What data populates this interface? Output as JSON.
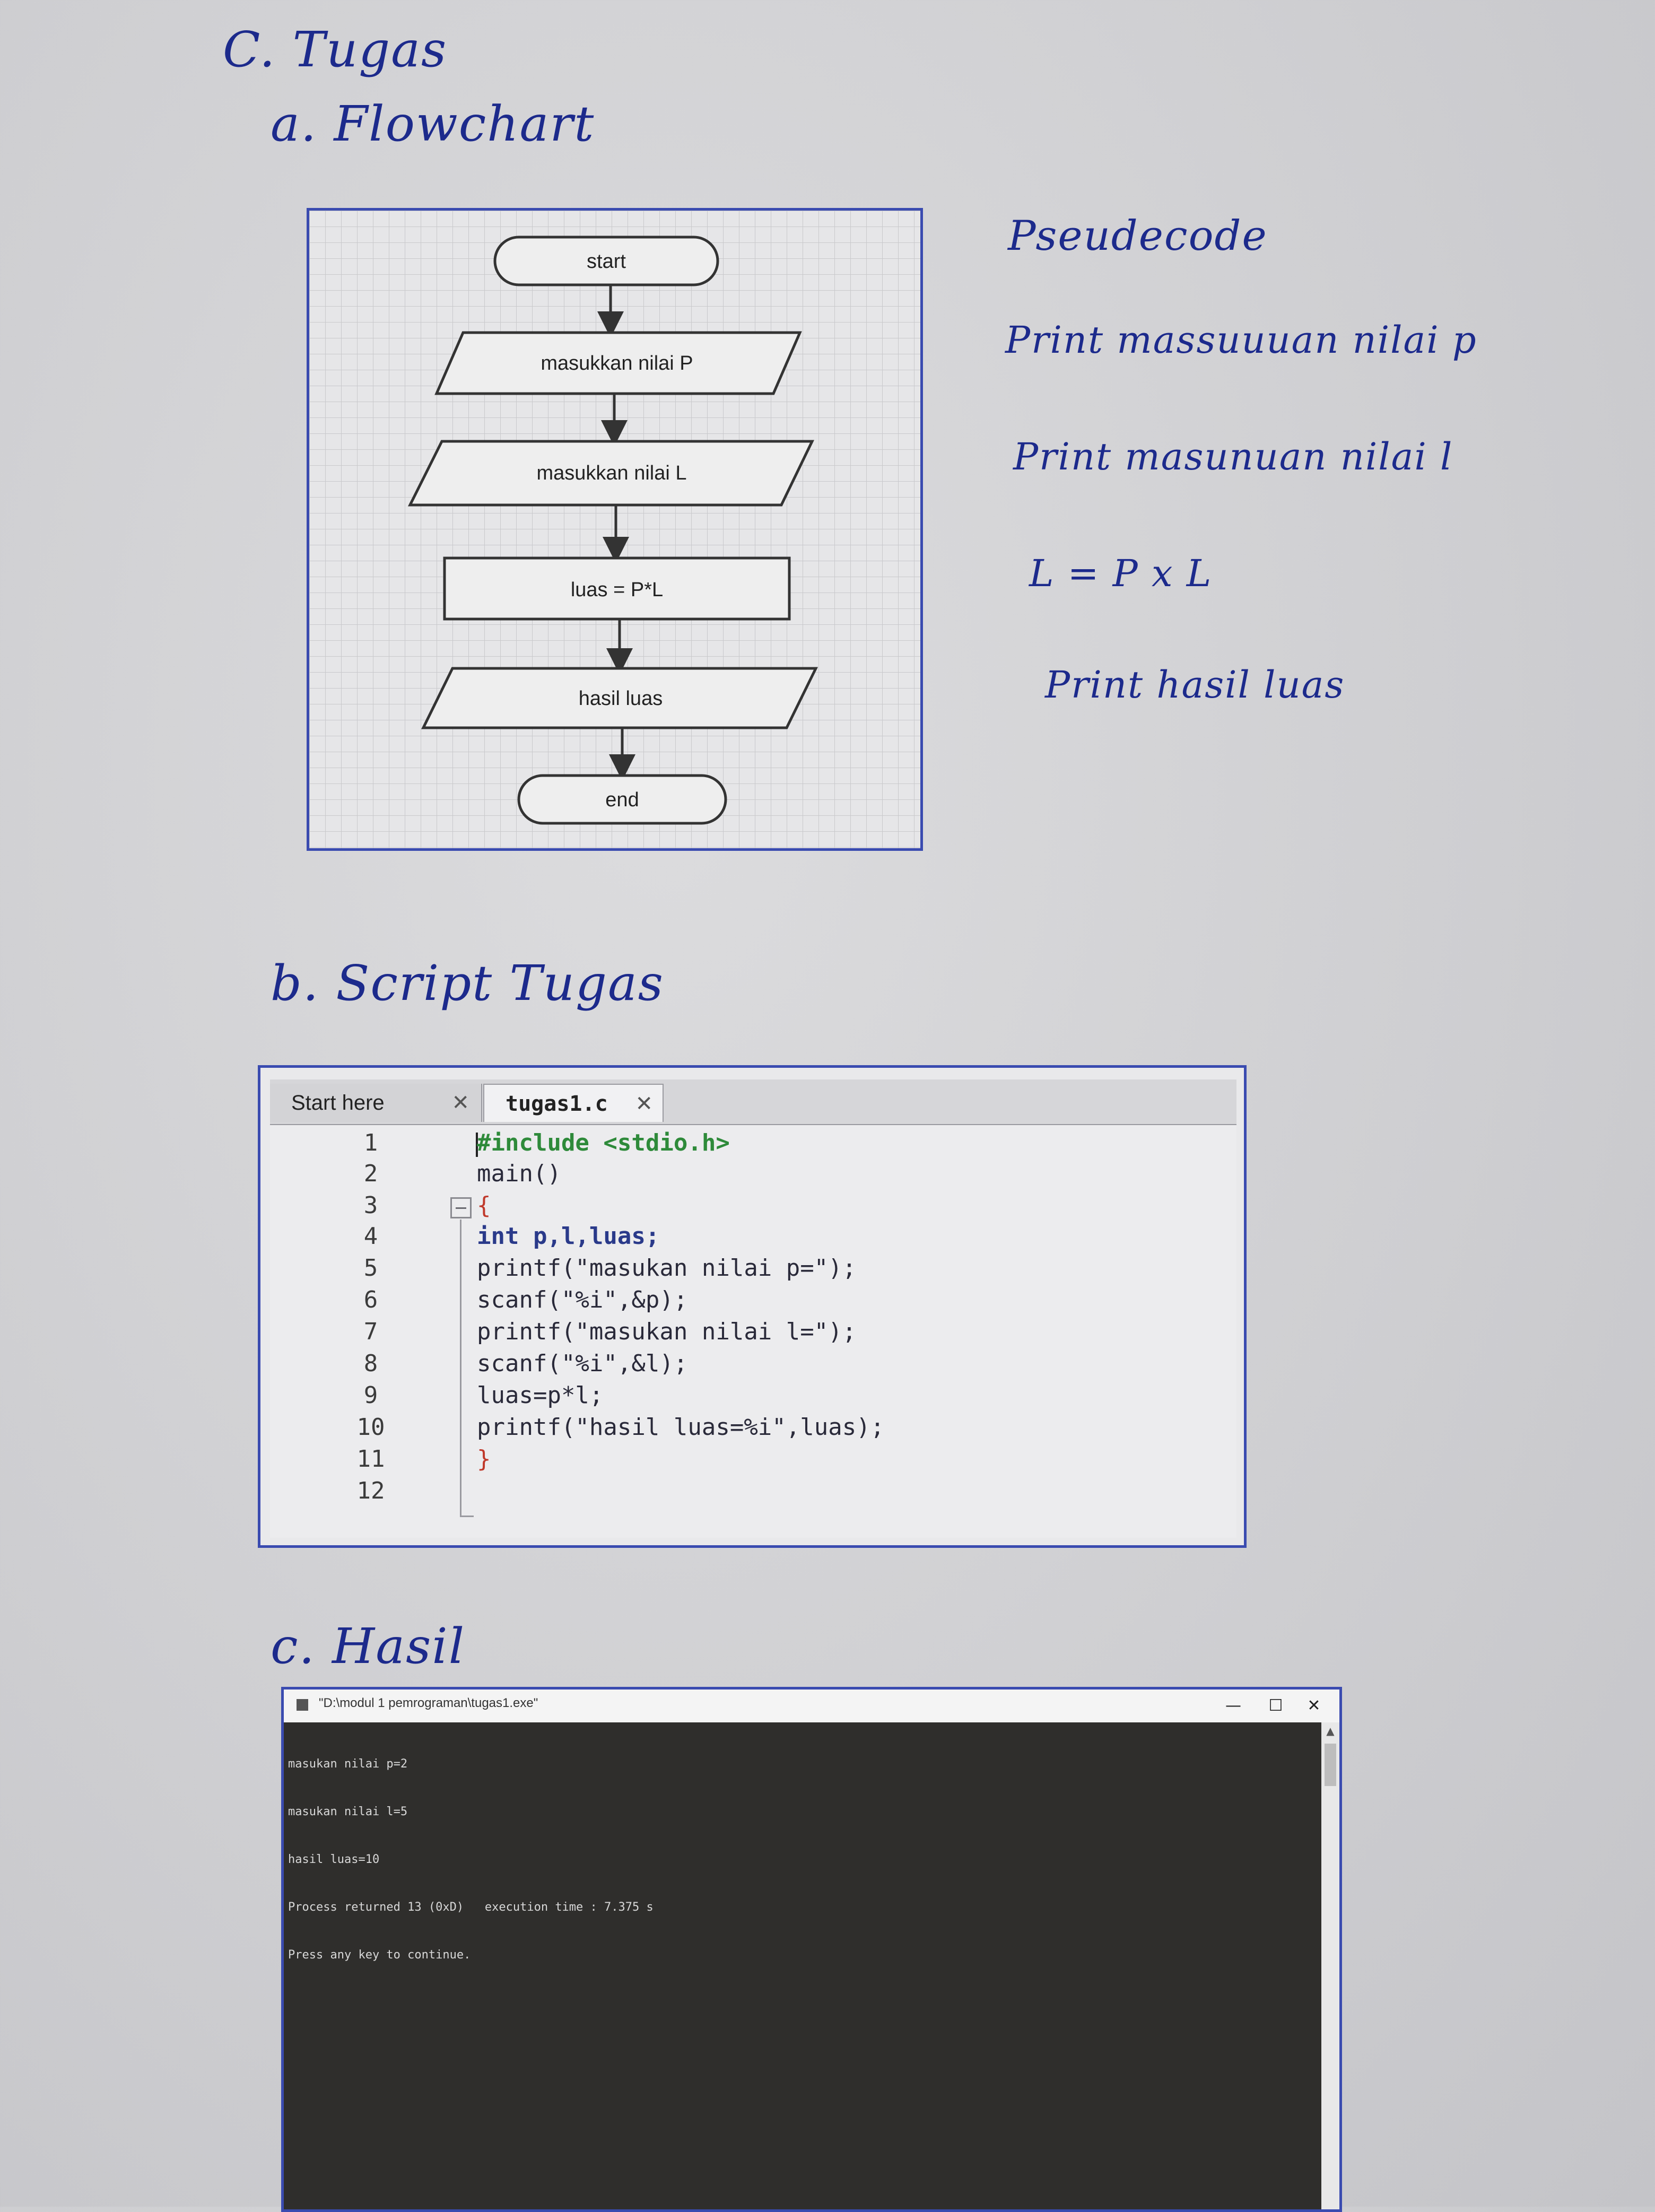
{
  "headings": {
    "tugas": "C. Tugas",
    "flowchart": "a. Flowchart",
    "script": "b. Script Tugas",
    "hasil": "c. Hasil"
  },
  "pseudocode": {
    "title": "Pseudecode",
    "lines": [
      "Print massuuuan nilai p",
      "Print masunuan nilai l",
      "L = P x L",
      "Print hasil luas"
    ]
  },
  "flowchart": {
    "nodes": [
      {
        "shape": "terminal",
        "label": "start"
      },
      {
        "shape": "io",
        "label": "masukkan nilai P"
      },
      {
        "shape": "io",
        "label": "masukkan nilai L"
      },
      {
        "shape": "process",
        "label": "luas = P*L"
      },
      {
        "shape": "io",
        "label": "hasil luas"
      },
      {
        "shape": "terminal",
        "label": "end"
      }
    ]
  },
  "editor": {
    "tabs": [
      {
        "label": "Start here",
        "close": "✕"
      },
      {
        "label": "tugas1.c",
        "close": "✕"
      }
    ],
    "line_numbers": [
      "1",
      "2",
      "3",
      "4",
      "5",
      "6",
      "7",
      "8",
      "9",
      "10",
      "11",
      "12"
    ],
    "lines": [
      "#include <stdio.h>",
      "main()",
      "{",
      "int p,l,luas;",
      "printf(\"masukan nilai p=\");",
      "scanf(\"%i\",&p);",
      "printf(\"masukan nilai l=\");",
      "scanf(\"%i\",&l);",
      "luas=p*l;",
      "printf(\"hasil luas=%i\",luas);",
      "}",
      ""
    ],
    "colors": {
      "preprocessor": "#2e8a3a",
      "keyword": "#2a3a8a",
      "string": "#2a3a8a",
      "punctuation": "#c0392b"
    }
  },
  "console": {
    "title": "\"D:\\modul 1 pemrograman\\tugas1.exe\"",
    "buttons": {
      "minimize": "—",
      "maximize": "☐",
      "close": "✕"
    },
    "output": [
      "masukan nilai p=2",
      "masukan nilai l=5",
      "hasil luas=10",
      "Process returned 13 (0xD)   execution time : 7.375 s",
      "Press any key to continue."
    ]
  },
  "colors": {
    "ink": "#1c2a8c",
    "frame": "#3a4bb0",
    "console_bg": "#2f2e2c"
  }
}
